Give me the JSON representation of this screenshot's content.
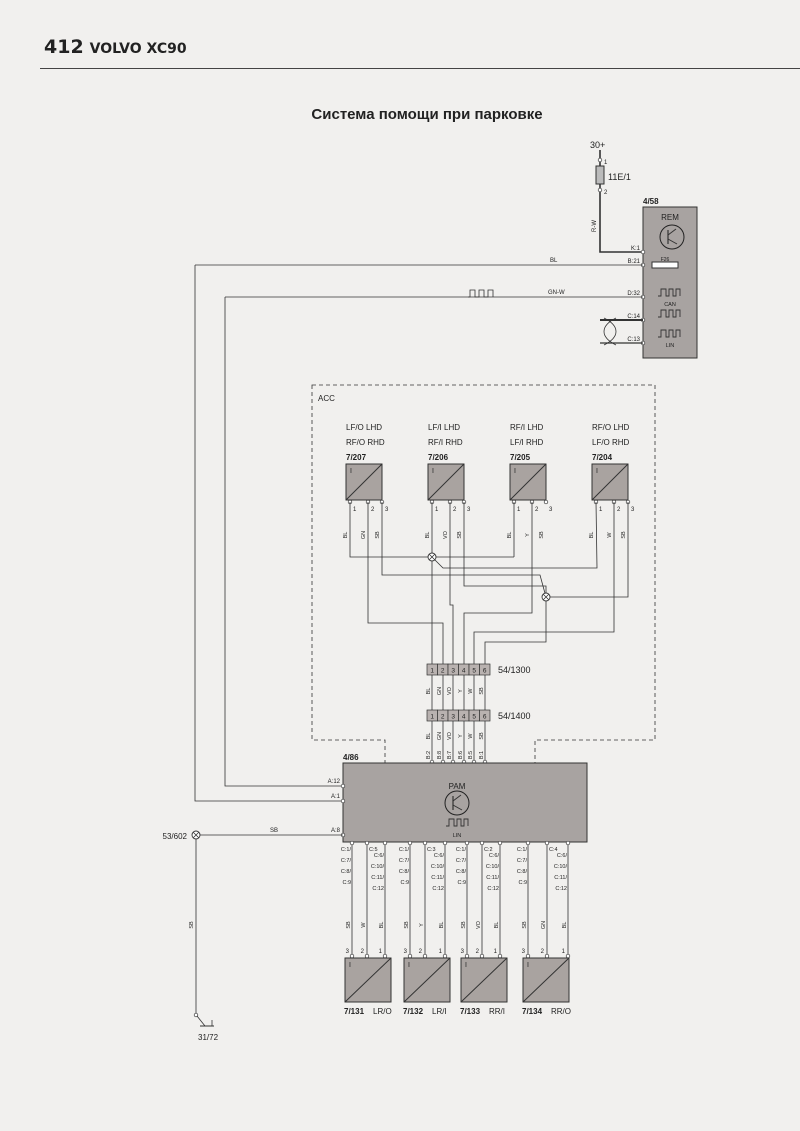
{
  "header": {
    "page_number": "412",
    "book_title": "VOLVO XC90"
  },
  "title": "Система помощи при парковке",
  "power": {
    "supply": "30+",
    "fuse": "11E/1",
    "fuse_pins": [
      "1",
      "2"
    ],
    "wire": "R-W"
  },
  "rem": {
    "id": "4/58",
    "name": "REM",
    "fuse": "F26",
    "bus_labels": [
      "CAN",
      "LIN"
    ],
    "pins": [
      "K:1",
      "B:21",
      "D:32",
      "C:14",
      "C:13"
    ]
  },
  "wires": {
    "bl": "BL",
    "gn_w": "GN-W"
  },
  "acc": {
    "label": "ACC",
    "sensors": [
      {
        "id": "7/207",
        "line1": "LF/O  LHD",
        "line2": "RF/O  RHD",
        "pins": [
          "1",
          "2",
          "3"
        ],
        "wires": [
          "BL",
          "GN",
          "SB"
        ]
      },
      {
        "id": "7/206",
        "line1": "LF/I    LHD",
        "line2": "RF/I    RHD",
        "pins": [
          "1",
          "2",
          "3"
        ],
        "wires": [
          "BL",
          "VO",
          "SB"
        ]
      },
      {
        "id": "7/205",
        "line1": "RF/I   LHD",
        "line2": "LF/I    RHD",
        "pins": [
          "1",
          "2",
          "3"
        ],
        "wires": [
          "BL",
          "Y",
          "SB"
        ]
      },
      {
        "id": "7/204",
        "line1": "RF/O  LHD",
        "line2": "LF/O  RHD",
        "pins": [
          "1",
          "2",
          "3"
        ],
        "wires": [
          "BL",
          "W",
          "SB"
        ]
      }
    ]
  },
  "connectors": [
    {
      "id": "54/1300",
      "pins": [
        "1",
        "2",
        "3",
        "4",
        "5",
        "6"
      ]
    },
    {
      "id": "54/1400",
      "pins": [
        "1",
        "2",
        "3",
        "4",
        "5",
        "6"
      ]
    }
  ],
  "connector_wires": [
    "BL",
    "GN",
    "VO",
    "Y",
    "W",
    "SB"
  ],
  "pam": {
    "id": "4/86",
    "name": "PAM",
    "bus": "LIN",
    "top_pins": [
      "B:2",
      "B:8",
      "B:7",
      "B:6",
      "B:5",
      "B:1"
    ],
    "left_pins": [
      "A:12",
      "A:1",
      "A:8"
    ],
    "left_wire": "SB",
    "bottom_groups": [
      {
        "a": [
          "C:1/",
          "C:7/",
          "C:8/",
          "C:9"
        ],
        "b": "C:5",
        "c": [
          "C:6/",
          "C:10/",
          "C:11/",
          "C:12"
        ]
      },
      {
        "a": [
          "C:1/",
          "C:7/",
          "C:8/",
          "C:9"
        ],
        "b": "C:3",
        "c": [
          "C:6/",
          "C:10/",
          "C:11/",
          "C:12"
        ]
      },
      {
        "a": [
          "C:1/",
          "C:7/",
          "C:8/",
          "C:9"
        ],
        "b": "C:2",
        "c": [
          "C:6/",
          "C:10/",
          "C:11/",
          "C:12"
        ]
      },
      {
        "a": [
          "C:1/",
          "C:7/",
          "C:8/",
          "C:9"
        ],
        "b": "C:4",
        "c": [
          "C:6/",
          "C:10/",
          "C:11/",
          "C:12"
        ]
      }
    ]
  },
  "ground": {
    "splice": "53/602",
    "ground": "31/72",
    "wire": "SB"
  },
  "rear_sensors": [
    {
      "id": "7/131",
      "pos": "LR/O",
      "pins": [
        "3",
        "2",
        "1"
      ],
      "wires": [
        "SB",
        "W",
        "BL"
      ]
    },
    {
      "id": "7/132",
      "pos": "LR/I",
      "pins": [
        "3",
        "2",
        "1"
      ],
      "wires": [
        "SB",
        "Y",
        "BL"
      ]
    },
    {
      "id": "7/133",
      "pos": "RR/I",
      "pins": [
        "3",
        "2",
        "1"
      ],
      "wires": [
        "SB",
        "VO",
        "BL"
      ]
    },
    {
      "id": "7/134",
      "pos": "RR/O",
      "pins": [
        "3",
        "2",
        "1"
      ],
      "wires": [
        "SB",
        "GN",
        "BL"
      ]
    }
  ]
}
